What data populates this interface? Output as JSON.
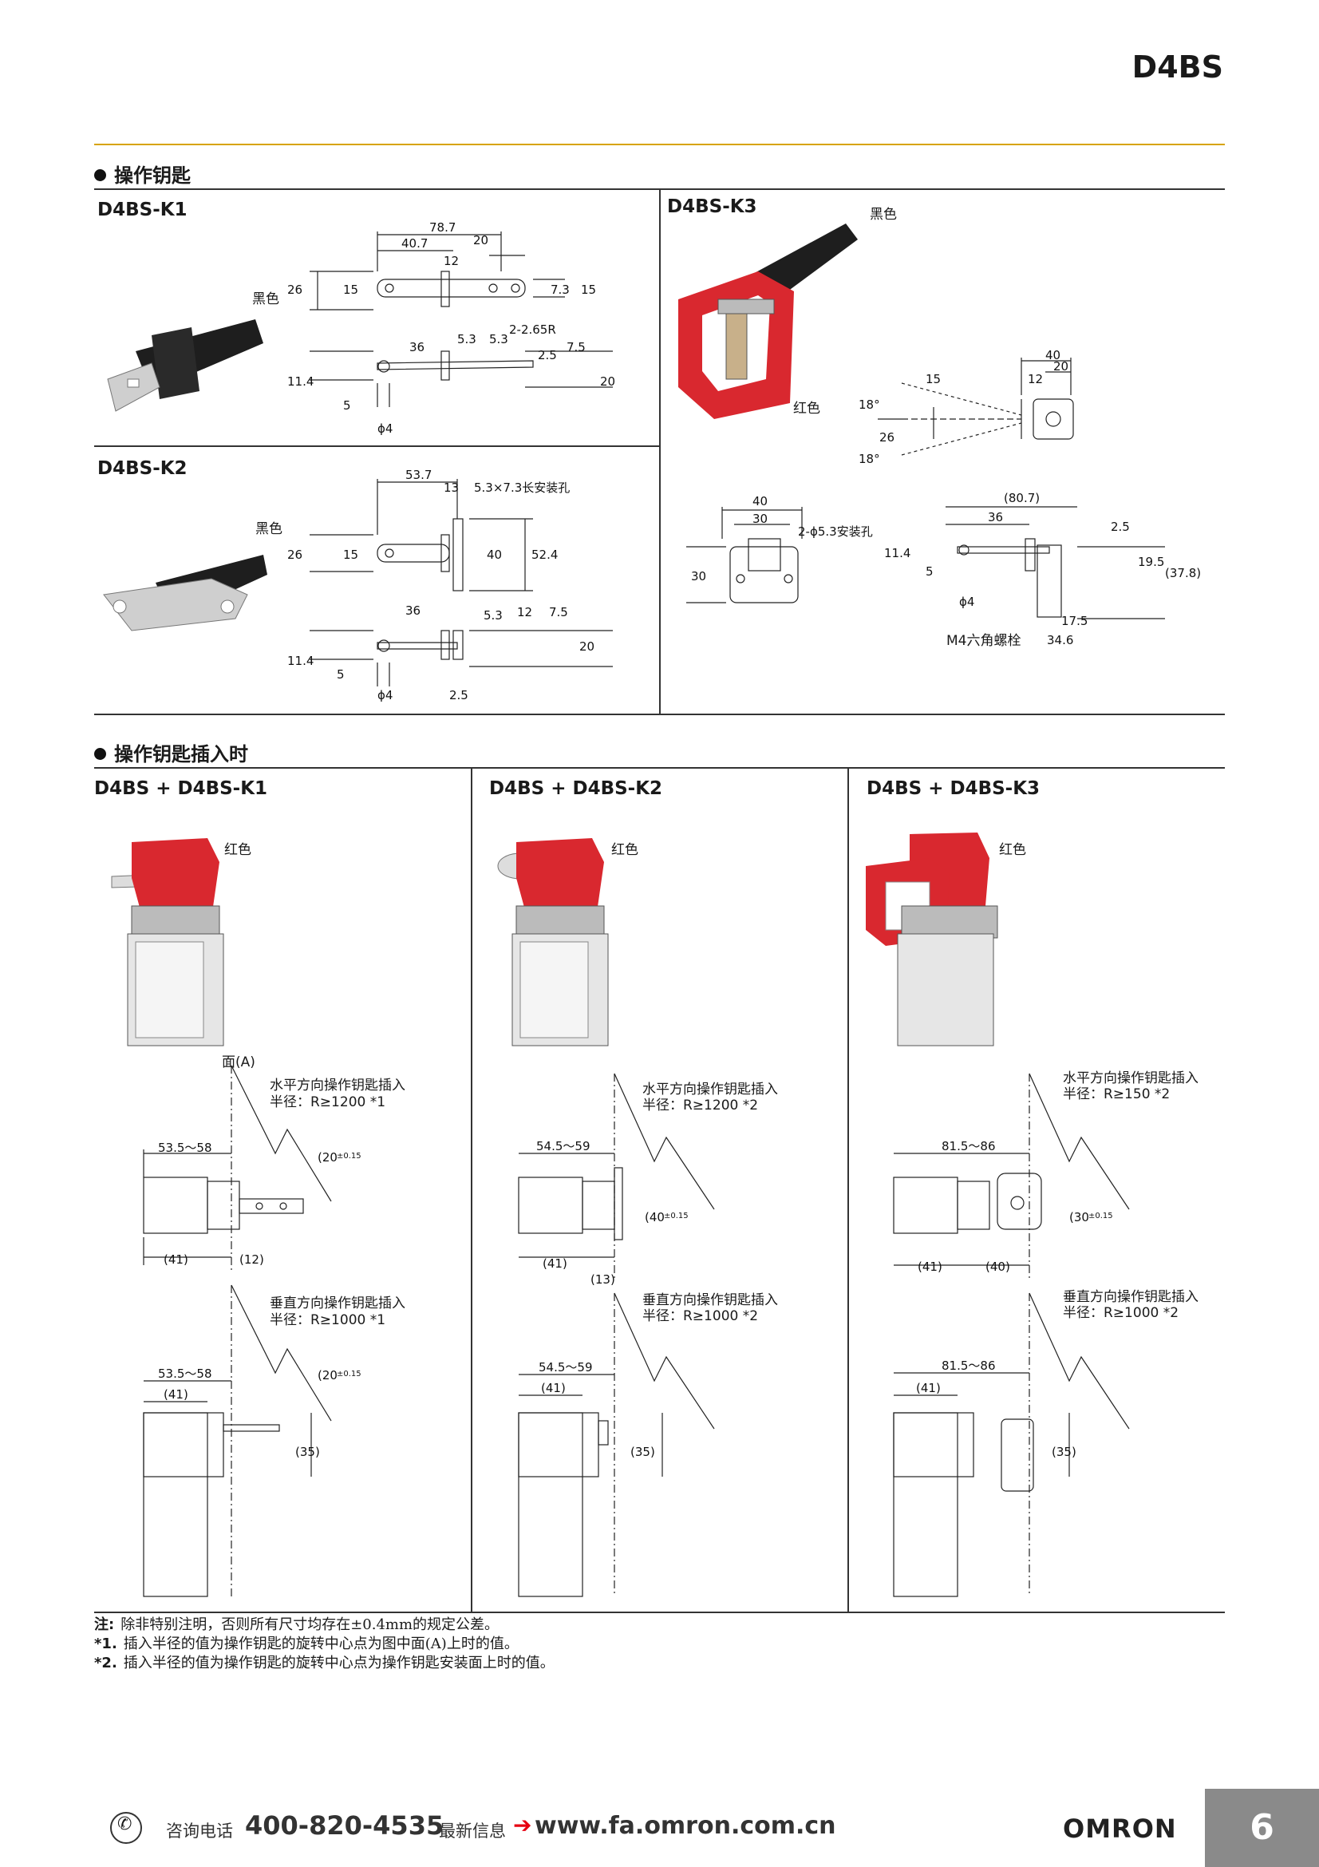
{
  "header": {
    "title": "D4BS"
  },
  "sections": {
    "keys": "操作钥匙",
    "inserted": "操作钥匙插入时"
  },
  "colors": {
    "accent_line": "#d7a300",
    "red": "#d9282f",
    "black": "#1e1e1e"
  },
  "k1": {
    "title": "D4BS-K1",
    "color_label": "黑色",
    "dims": [
      "78.7",
      "40.7",
      "20",
      "12",
      "26",
      "15",
      "7.3",
      "15",
      "5.3",
      "5.3",
      "2-2.65R",
      "36",
      "2.5",
      "7.5",
      "11.4",
      "20",
      "5",
      "ϕ4"
    ]
  },
  "k2": {
    "title": "D4BS-K2",
    "color_label": "黑色",
    "dims": [
      "53.7",
      "13",
      "5.3×7.3长安装孔",
      "26",
      "15",
      "40",
      "52.4",
      "36",
      "5.3",
      "12",
      "7.5",
      "11.4",
      "20",
      "5",
      "ϕ4",
      "2.5"
    ]
  },
  "k3": {
    "title": "D4BS-K3",
    "color_label_black": "黑色",
    "color_label_red": "红色",
    "dims_top": [
      "40",
      "20",
      "12",
      "15",
      "18°",
      "26",
      "18°"
    ],
    "dims_bottom": [
      "40",
      "30",
      "2-ϕ5.3安装孔",
      "30",
      "(80.7)",
      "36",
      "2.5",
      "11.4",
      "5",
      "19.5",
      "(37.8)",
      "ϕ4",
      "17.5",
      "34.6"
    ],
    "bolt": "M4六角螺栓"
  },
  "inserted": {
    "col1": {
      "title": "D4BS + D4BS-K1",
      "color_label": "红色",
      "face": "面(A)",
      "h_title": "水平方向操作钥匙插入",
      "h_radius": "半径：R≥1200 *1",
      "h_dim": "53.5～58",
      "h_dim2": "(20",
      "h_tol": "±0.15",
      "h_41": "(41)",
      "h_12": "(12)",
      "v_title": "垂直方向操作钥匙插入",
      "v_radius": "半径：R≥1000 *1",
      "v_dim": "53.5～58",
      "v_41": "(41)",
      "v_dim2": "(20",
      "v_tol": "±0.15",
      "v_35": "(35)"
    },
    "col2": {
      "title": "D4BS + D4BS-K2",
      "color_label": "红色",
      "h_title": "水平方向操作钥匙插入",
      "h_radius": "半径：R≥1200 *2",
      "h_dim": "54.5～59",
      "h_dim2": "(40",
      "h_tol": "±0.15",
      "h_41": "(41)",
      "h_13": "(13)",
      "v_title": "垂直方向操作钥匙插入",
      "v_radius": "半径：R≥1000 *2",
      "v_dim": "54.5～59",
      "v_41": "(41)",
      "v_35": "(35)"
    },
    "col3": {
      "title": "D4BS + D4BS-K3",
      "color_label": "红色",
      "h_title": "水平方向操作钥匙插入",
      "h_radius": "半径：R≥150 *2",
      "h_dim": "81.5～86",
      "h_dim2": "(30",
      "h_tol": "±0.15",
      "h_41": "(41)",
      "h_40": "(40)",
      "v_title": "垂直方向操作钥匙插入",
      "v_radius": "半径：R≥1000 *2",
      "v_dim": "81.5～86",
      "v_41": "(41)",
      "v_35": "(35)"
    }
  },
  "notes": {
    "n0_label": "注:",
    "n0": "除非特别注明，否则所有尺寸均存在±0.4mm的规定公差。",
    "n1_label": "*1.",
    "n1": "插入半径的值为操作钥匙的旋转中心点为图中面(A)上时的值。",
    "n2_label": "*2.",
    "n2": "插入半径的值为操作钥匙的旋转中心点为操作钥匙安装面上时的值。"
  },
  "footer": {
    "icon": "phone-icon",
    "label": "咨询电话",
    "phone": "400-820-4535",
    "latest": "最新信息",
    "url": "www.fa.omron.com.cn",
    "logo": "OMRON",
    "page": "6"
  }
}
